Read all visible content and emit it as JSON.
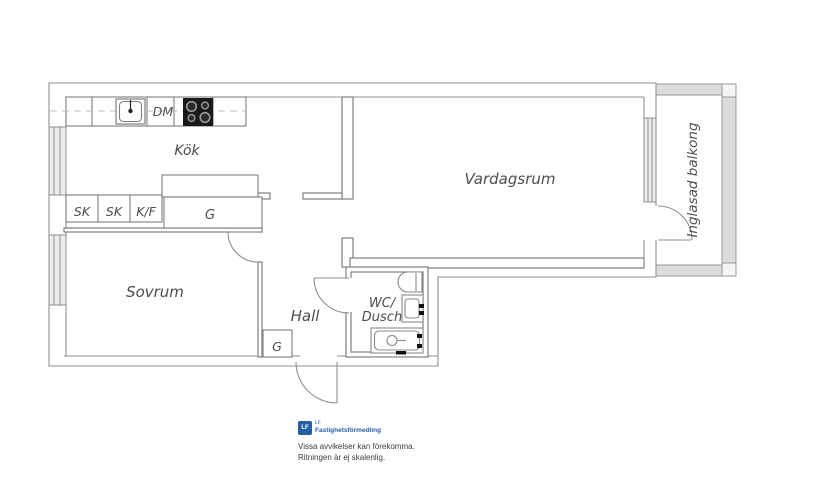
{
  "rooms": {
    "kitchen": "Kök",
    "living_room": "Vardagsrum",
    "bedroom": "Sovrum",
    "hall": "Hall",
    "bathroom_line1": "WC/",
    "bathroom_line2": "Dusch",
    "balcony": "Inglasad balkong"
  },
  "labels": {
    "dishwasher": "DM",
    "cabinet_1": "SK",
    "cabinet_2": "SK",
    "fridge_freezer": "K/F",
    "wardrobe_kitchen": "G",
    "wardrobe_hall": "G"
  },
  "footer": {
    "logo_square_text": "LF",
    "logo_line1": "LF",
    "logo_line2": "Fastighetsförmedling",
    "disclaimer_1": "Vissa avvikelser kan förekomma.",
    "disclaimer_2": "Ritningen är ej skalenlig."
  },
  "colors": {
    "wall_line": "#7f7f7f",
    "outline": "#8f8f8f",
    "label_text": "#4d4d4d",
    "balcony_glass": "#dcdcdc",
    "stove_black": "#191919",
    "window_fill": "#ededed",
    "logo_blue": "#2660a4"
  }
}
